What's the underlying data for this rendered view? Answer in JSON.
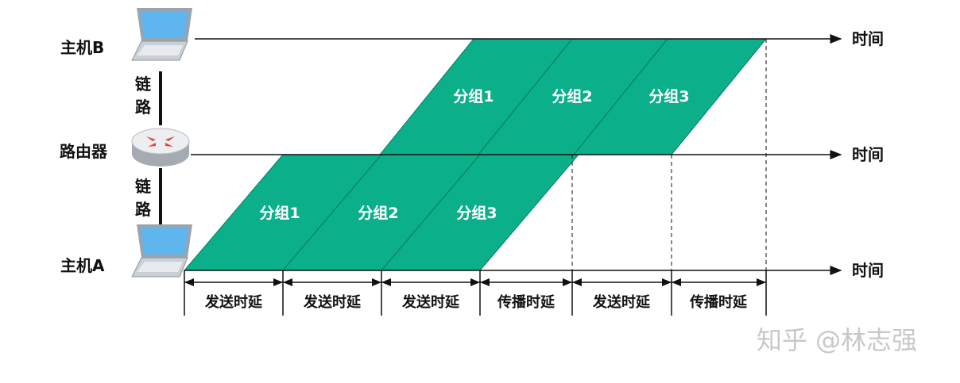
{
  "nodes": {
    "host_b": "主机B",
    "router": "路由器",
    "host_a": "主机A"
  },
  "links": {
    "upper": [
      "链",
      "路"
    ],
    "lower": [
      "链",
      "路"
    ]
  },
  "axis_label": "时间",
  "packets_lower": [
    "分组1",
    "分组2",
    "分组3"
  ],
  "packets_upper": [
    "分组1",
    "分组2",
    "分组3"
  ],
  "segments": [
    "发送时延",
    "发送时延",
    "发送时延",
    "传播时延",
    "发送时延",
    "传播时延"
  ],
  "watermark": "知乎 @林志强",
  "colors": {
    "packet_fill": "#0bb08a",
    "packet_stroke": "#087a60",
    "line": "#111111"
  }
}
